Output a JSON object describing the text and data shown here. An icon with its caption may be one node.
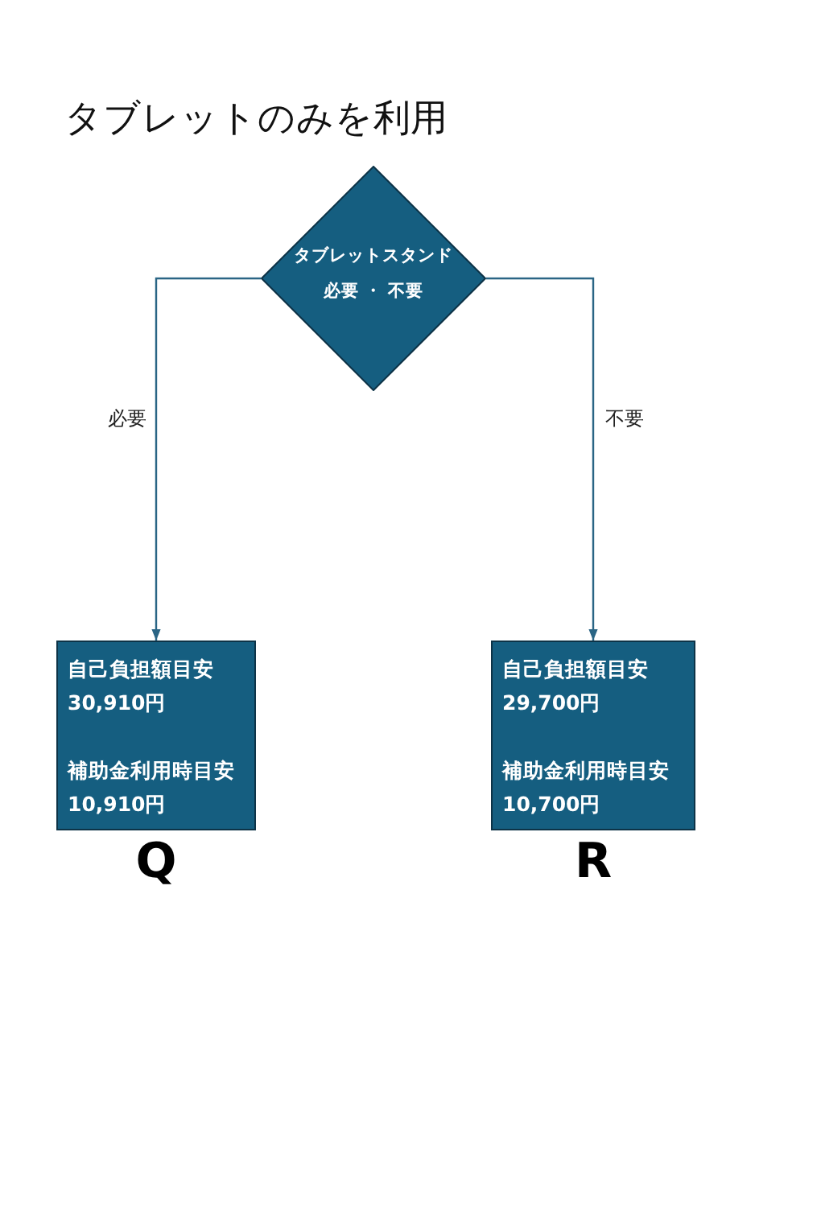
{
  "diagram": {
    "title": "タブレットのみを利用",
    "nodes": [
      {
        "text": [
          "タブレットスタンド",
          "必要 ・ 不要"
        ]
      },
      {
        "text": [
          "自己負担額目安",
          "30,910円",
          "補助金利用時目安",
          "10,910円"
        ],
        "beside": [
          "Q"
        ]
      },
      {
        "text": [
          "自己負担額目安",
          "29,700円",
          "補助金利用時目安",
          "10,700円"
        ],
        "beside": [
          "R"
        ]
      }
    ],
    "edges": [
      {
        "from": 0,
        "to": 1,
        "arrow": "to",
        "label": "必要"
      },
      {
        "from": 0,
        "to": 2,
        "arrow": "to",
        "label": "不要"
      }
    ]
  }
}
